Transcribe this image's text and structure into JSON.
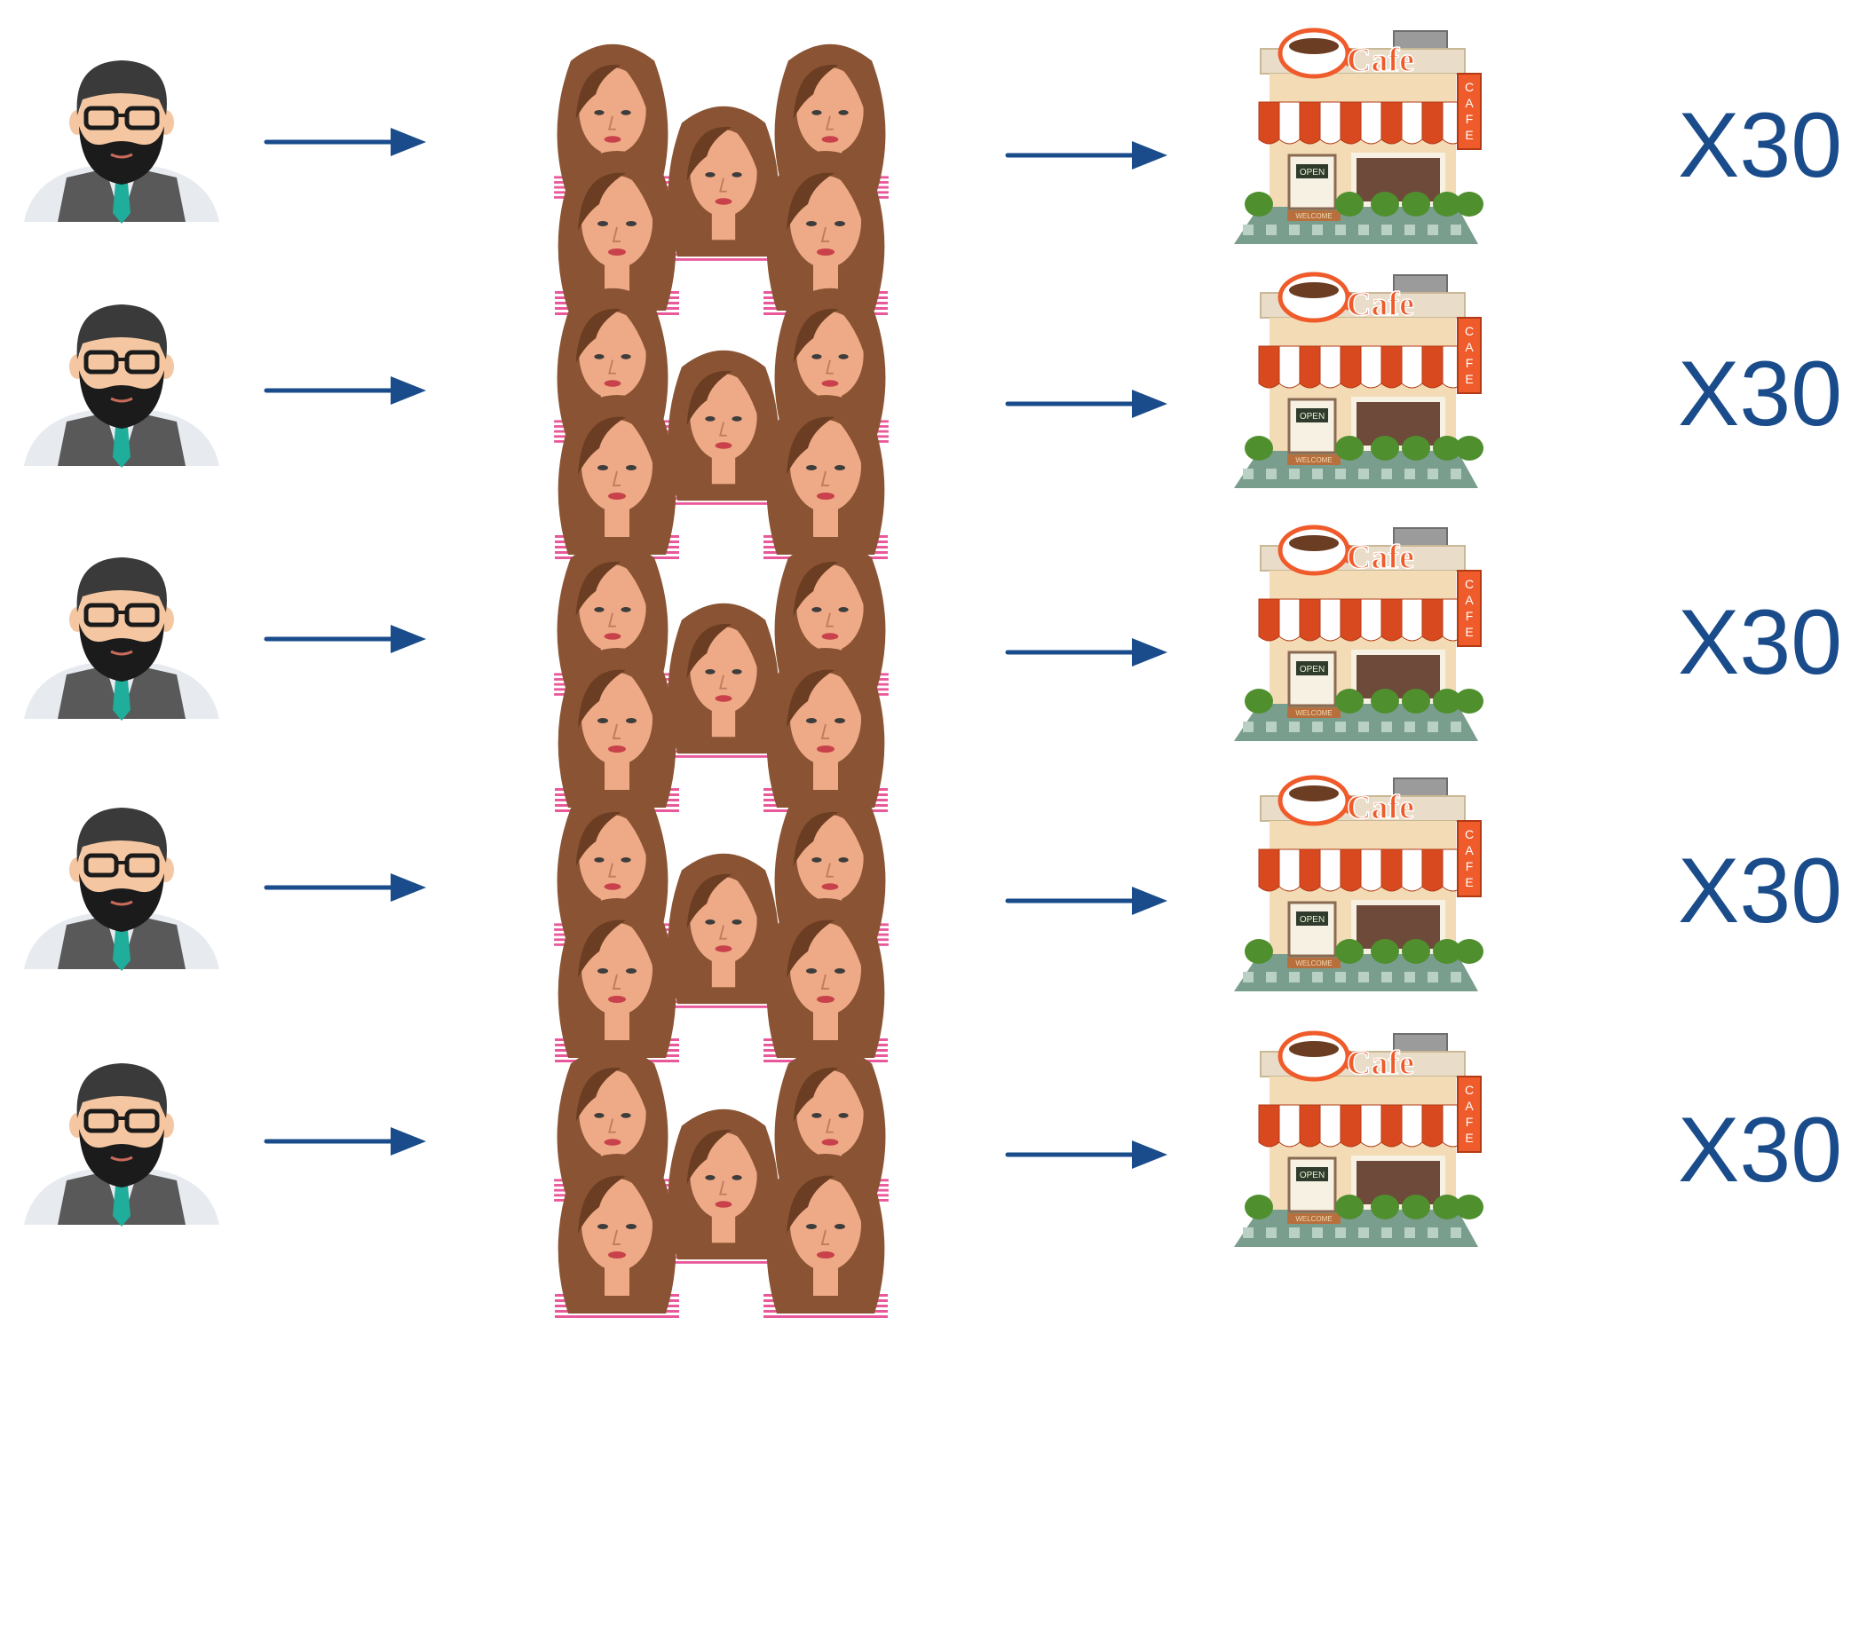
{
  "colors": {
    "arrow": "#1a4c8b",
    "multiplier_text": "#1a4c8b",
    "man_hair": "#3a3a3a",
    "man_skin": "#f4c7a2",
    "man_beard": "#1b1b1b",
    "man_vest": "#595959",
    "man_shirt": "#e7ebf0",
    "man_tie": "#1fae9b",
    "woman_hair": "#8a5434",
    "woman_hair_dark": "#6b3d22",
    "woman_skin": "#eeaa86",
    "woman_shirt_stripe": "#e9589b",
    "woman_shirt_base": "#ffffff",
    "cafe_awning_red": "#d9491f",
    "cafe_awning_white": "#ffffff",
    "cafe_wall": "#f3dcb5",
    "cafe_sign": "#ef5b2b",
    "cafe_ground": "#7a9e8e",
    "cafe_bush": "#4f8f2e"
  },
  "rows": [
    {
      "man_icon": "businessman-avatar-icon",
      "arrow_icon": "arrow-right-icon",
      "group_icon": "women-group-icon",
      "cafe_icon": "cafe-building-icon",
      "cafe_sign_text": "Cafe",
      "cafe_side_sign_text": "CAFE",
      "open_sign_text": "OPEN",
      "welcome_mat_text": "WELCOME",
      "multiplier": "X30"
    },
    {
      "man_icon": "businessman-avatar-icon",
      "arrow_icon": "arrow-right-icon",
      "group_icon": "women-group-icon",
      "cafe_icon": "cafe-building-icon",
      "cafe_sign_text": "Cafe",
      "cafe_side_sign_text": "CAFE",
      "open_sign_text": "OPEN",
      "welcome_mat_text": "WELCOME",
      "multiplier": "X30"
    },
    {
      "man_icon": "businessman-avatar-icon",
      "arrow_icon": "arrow-right-icon",
      "group_icon": "women-group-icon",
      "cafe_icon": "cafe-building-icon",
      "cafe_sign_text": "Cafe",
      "cafe_side_sign_text": "CAFE",
      "open_sign_text": "OPEN",
      "welcome_mat_text": "WELCOME",
      "multiplier": "X30"
    },
    {
      "man_icon": "businessman-avatar-icon",
      "arrow_icon": "arrow-right-icon",
      "group_icon": "women-group-icon",
      "cafe_icon": "cafe-building-icon",
      "cafe_sign_text": "Cafe",
      "cafe_side_sign_text": "CAFE",
      "open_sign_text": "OPEN",
      "welcome_mat_text": "WELCOME",
      "multiplier": "X30"
    },
    {
      "man_icon": "businessman-avatar-icon",
      "arrow_icon": "arrow-right-icon",
      "group_icon": "women-group-icon",
      "cafe_icon": "cafe-building-icon",
      "cafe_sign_text": "Cafe",
      "cafe_side_sign_text": "CAFE",
      "open_sign_text": "OPEN",
      "welcome_mat_text": "WELCOME",
      "multiplier": "X30"
    }
  ]
}
